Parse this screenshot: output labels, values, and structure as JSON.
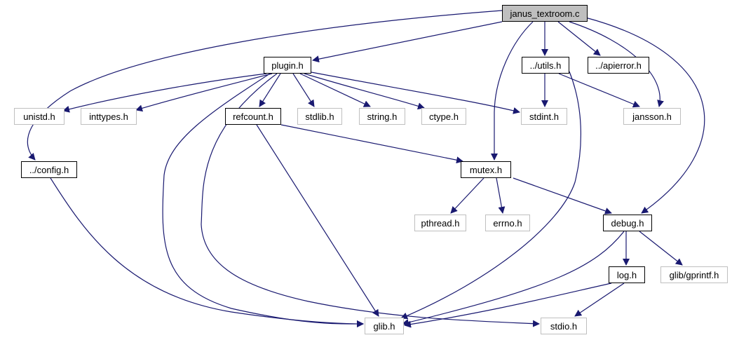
{
  "nodes": {
    "janus_textroom": {
      "label": "janus_textroom.c",
      "kind": "root"
    },
    "plugin": {
      "label": "plugin.h",
      "kind": "local"
    },
    "utils": {
      "label": "../utils.h",
      "kind": "local"
    },
    "apierror": {
      "label": "../apierror.h",
      "kind": "local"
    },
    "unistd": {
      "label": "unistd.h",
      "kind": "system"
    },
    "inttypes": {
      "label": "inttypes.h",
      "kind": "system"
    },
    "refcount": {
      "label": "refcount.h",
      "kind": "local"
    },
    "stdlib": {
      "label": "stdlib.h",
      "kind": "system"
    },
    "string": {
      "label": "string.h",
      "kind": "system"
    },
    "ctype": {
      "label": "ctype.h",
      "kind": "system"
    },
    "stdint": {
      "label": "stdint.h",
      "kind": "system"
    },
    "jansson": {
      "label": "jansson.h",
      "kind": "system"
    },
    "config": {
      "label": "../config.h",
      "kind": "local"
    },
    "mutex": {
      "label": "mutex.h",
      "kind": "local"
    },
    "pthread": {
      "label": "pthread.h",
      "kind": "system"
    },
    "errno": {
      "label": "errno.h",
      "kind": "system"
    },
    "debug": {
      "label": "debug.h",
      "kind": "local"
    },
    "log": {
      "label": "log.h",
      "kind": "local"
    },
    "gprintf": {
      "label": "glib/gprintf.h",
      "kind": "system"
    },
    "glib": {
      "label": "glib.h",
      "kind": "system"
    },
    "stdio": {
      "label": "stdio.h",
      "kind": "system"
    }
  },
  "edges": [
    [
      "janus_textroom",
      "plugin"
    ],
    [
      "janus_textroom",
      "utils"
    ],
    [
      "janus_textroom",
      "apierror"
    ],
    [
      "janus_textroom",
      "config"
    ],
    [
      "janus_textroom",
      "mutex"
    ],
    [
      "janus_textroom",
      "jansson"
    ],
    [
      "janus_textroom",
      "debug"
    ],
    [
      "plugin",
      "unistd"
    ],
    [
      "plugin",
      "inttypes"
    ],
    [
      "plugin",
      "refcount"
    ],
    [
      "plugin",
      "stdlib"
    ],
    [
      "plugin",
      "string"
    ],
    [
      "plugin",
      "ctype"
    ],
    [
      "plugin",
      "stdint"
    ],
    [
      "plugin",
      "glib"
    ],
    [
      "plugin",
      "stdio"
    ],
    [
      "utils",
      "stdint"
    ],
    [
      "utils",
      "jansson"
    ],
    [
      "utils",
      "glib"
    ],
    [
      "refcount",
      "mutex"
    ],
    [
      "refcount",
      "glib"
    ],
    [
      "config",
      "glib"
    ],
    [
      "mutex",
      "pthread"
    ],
    [
      "mutex",
      "errno"
    ],
    [
      "mutex",
      "debug"
    ],
    [
      "debug",
      "log"
    ],
    [
      "debug",
      "gprintf"
    ],
    [
      "debug",
      "glib"
    ],
    [
      "log",
      "glib"
    ],
    [
      "log",
      "stdio"
    ]
  ],
  "colors": {
    "edge": "#191970",
    "root_fill": "#bfbfbf",
    "local_border": "#000000",
    "system_border": "#bfbfbf"
  }
}
